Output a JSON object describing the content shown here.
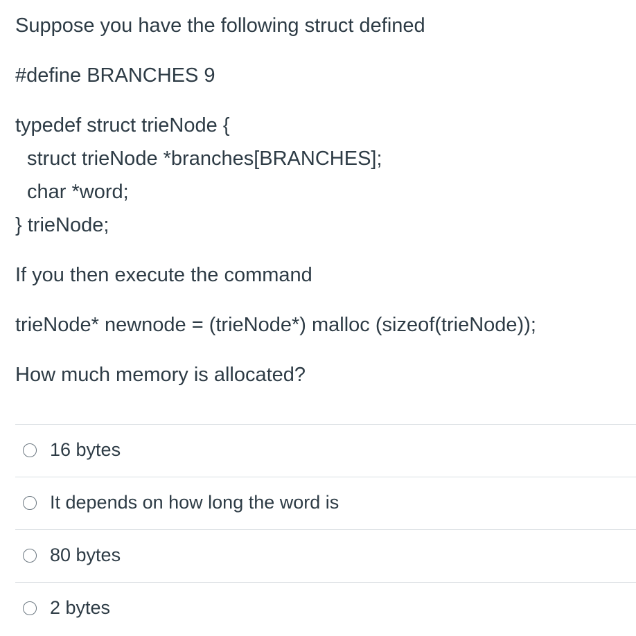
{
  "question": {
    "intro": "Suppose you have the following struct defined",
    "define_line": "#define BRANCHES 9",
    "code": [
      "typedef struct trieNode {",
      "struct trieNode *branches[BRANCHES];",
      "char *word;",
      "} trieNode;"
    ],
    "execute_prompt": "If you then execute the command",
    "command": "trieNode* newnode = (trieNode*) malloc (sizeof(trieNode));",
    "ask": "How much memory is allocated?"
  },
  "answers": [
    {
      "label": "16 bytes",
      "selected": false
    },
    {
      "label": "It depends on how long the word is",
      "selected": false
    },
    {
      "label": "80 bytes",
      "selected": false
    },
    {
      "label": "2 bytes",
      "selected": false
    }
  ],
  "colors": {
    "text": "#2d3b45",
    "divider": "#d8dde1",
    "radio_border": "#6b7780"
  }
}
